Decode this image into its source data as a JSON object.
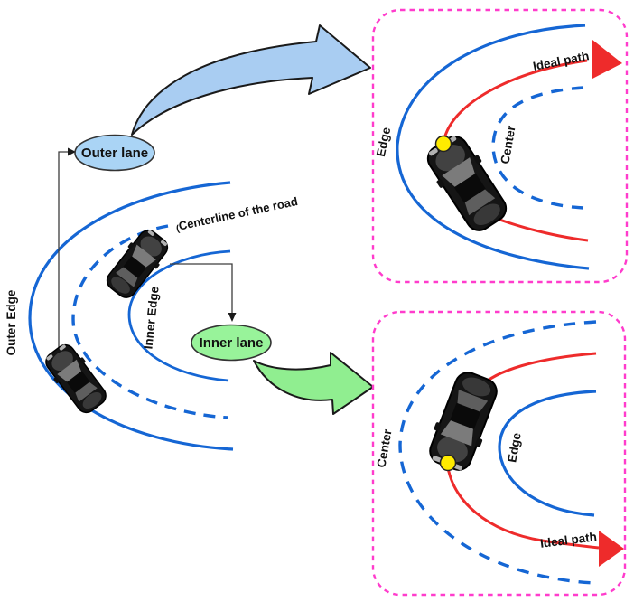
{
  "main_diagram": {
    "outer_lane": {
      "label": "Outer lane"
    },
    "inner_lane": {
      "label": "Inner lane"
    },
    "outer_edge_label": "Outer Edge",
    "inner_edge_label": "Inner Edge",
    "centerline_prefix": "(",
    "centerline_label": "Centerline of the road"
  },
  "outer_lane_panel": {
    "edge_label": "Edge",
    "center_label": "Center",
    "ideal_path_label": "Ideal path"
  },
  "inner_lane_panel": {
    "center_label": "Center",
    "edge_label": "Edge",
    "ideal_path_label": "Ideal path"
  },
  "colors": {
    "road_blue": "#1566d4",
    "magenta_border": "#ff3ccc",
    "ideal_red": "#ee2b2b",
    "outer_lane_fill": "#aad4f5",
    "inner_lane_fill": "#98f39a",
    "marker_yellow": "#ffeb00",
    "arrow_blue": "#a9cdf2",
    "arrow_green": "#90ee90"
  }
}
